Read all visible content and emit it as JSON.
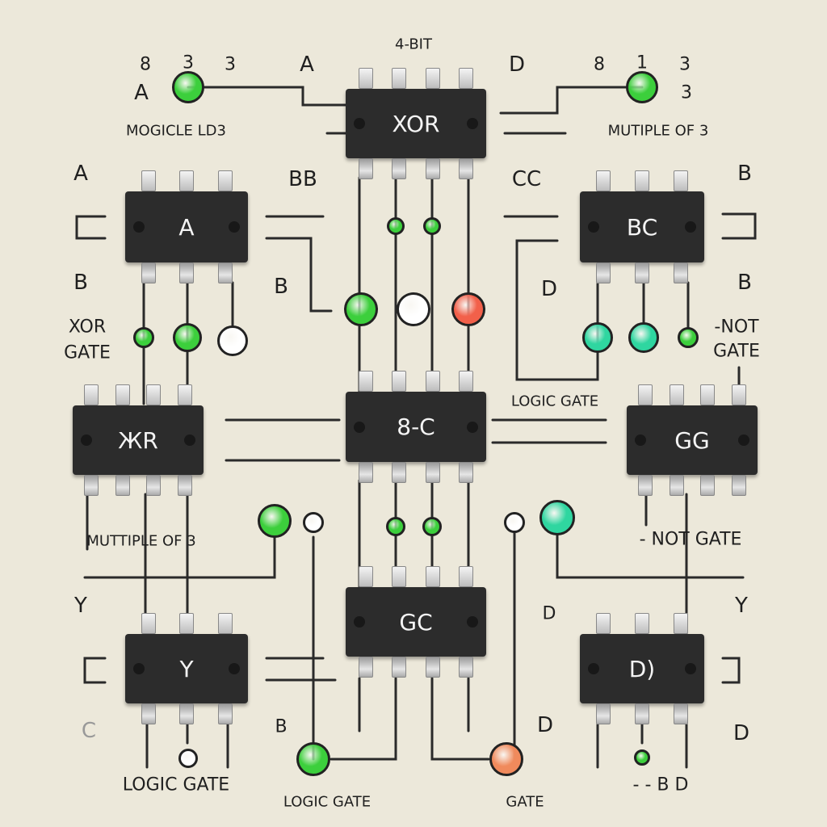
{
  "title": "4-BIT",
  "chips": [
    {
      "label": "XOR"
    },
    {
      "label": "A"
    },
    {
      "label": "BC"
    },
    {
      "label": "8-C"
    },
    {
      "label": "ЖR"
    },
    {
      "label": "GG"
    },
    {
      "label": "GC"
    },
    {
      "label": "Y"
    },
    {
      "label": "D)"
    }
  ],
  "labels": [
    "A",
    "D",
    "8",
    "3",
    "3",
    "8",
    "1",
    "3",
    "3",
    "A",
    "MOGICLE LD3",
    "MUTIPLE OF 3",
    "A",
    "BB",
    "CC",
    "B",
    "B",
    "B",
    "D",
    "B",
    "XOR",
    "GATE",
    "-NOT",
    "GATE",
    "LOGIC GATE",
    "MUTTIPLE OF 3",
    "- NOT GATE",
    "Y",
    "D",
    "Y",
    "C",
    "B",
    "D",
    "D",
    "LOGIC GATE",
    "LOGIC GATE",
    "GATE",
    "- - B D"
  ],
  "led_colors": {
    "green": "#3ccf3c",
    "teal": "#2fd6a0",
    "red": "#f2604a",
    "orange": "#f08a5c",
    "off": "#ffffff"
  }
}
